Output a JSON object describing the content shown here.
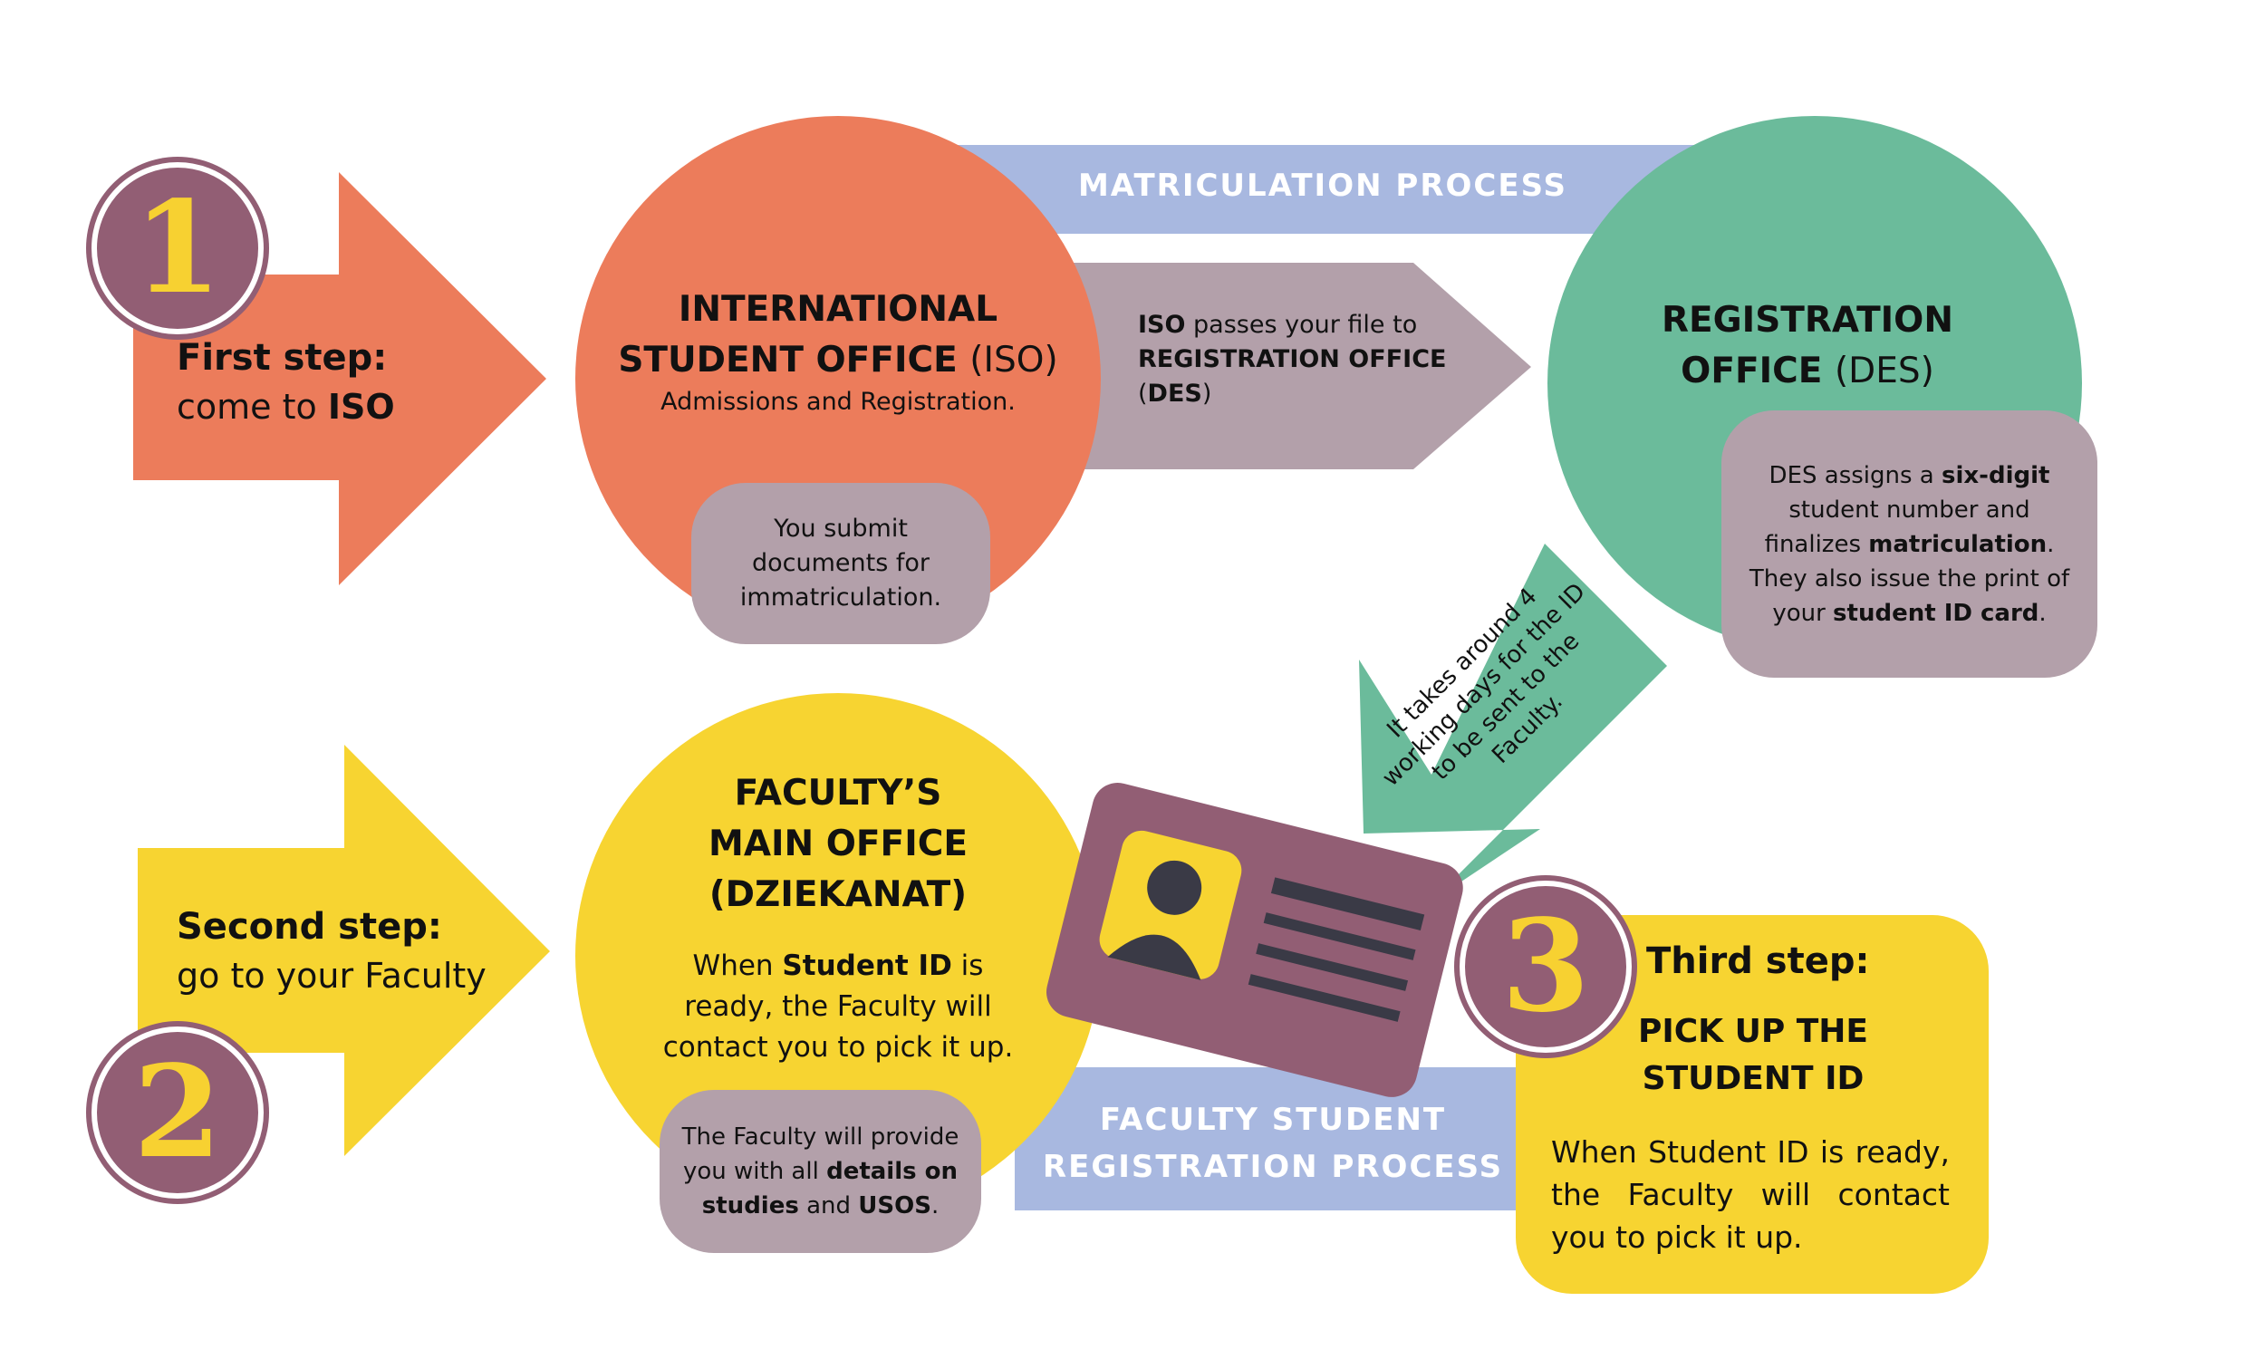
{
  "colors": {
    "orange": "#ec7c5b",
    "green": "#6bbb9b",
    "yellow": "#f7d431",
    "mauve": "#b3a0aa",
    "band_blue": "#a8b8e0",
    "plum": "#925e74",
    "dark_slate": "#3a3a46"
  },
  "bands": {
    "matriculation": "MATRICULATION PROCESS",
    "faculty_registration_line1": "FACULTY STUDENT",
    "faculty_registration_line2": "REGISTRATION PROCESS"
  },
  "steps": [
    {
      "number": "1",
      "title": "First step:",
      "sub_pre": "come to ",
      "sub_bold": "ISO"
    },
    {
      "number": "2",
      "title": "Second step:",
      "sub_pre": "go to your Faculty",
      "sub_bold": ""
    },
    {
      "number": "3",
      "title": "Third step:",
      "sub_pre": "",
      "sub_bold": ""
    }
  ],
  "iso": {
    "title_line1": "INTERNATIONAL",
    "title_line2_bold": "STUDENT OFFICE ",
    "title_line2_paren": "(ISO)",
    "subtitle": "Admissions and Registration.",
    "pill": "You submit documents for immatriculation."
  },
  "transfer": {
    "b1": "ISO",
    "t1": " passes your file to",
    "b2": "REGISTRATION OFFICE",
    "t3_open": "(",
    "b3": "DES",
    "t3_close": ")"
  },
  "des": {
    "title_line1": "REGISTRATION",
    "title_line2_bold": "OFFICE ",
    "title_line2_paren": "(DES)",
    "pill": {
      "t1": "DES assigns a ",
      "b1": "six-digit",
      "t2": "student number and finalizes ",
      "b2": "matriculation",
      "t3": ". They also issue the print of your ",
      "b3": "student ID card",
      "t4": "."
    }
  },
  "transit_note": "It takes around 4 working days for the ID to be sent to the Faculty.",
  "faculty": {
    "title_line1": "FACULTY’S",
    "title_line2": "MAIN OFFICE",
    "title_line3": "(DZIEKANAT)",
    "body_t1": "When ",
    "body_b1": "Student ID",
    "body_t2": " is ready, the Faculty will contact you to pick it up.",
    "pill": {
      "t1": "The Faculty will provide you with all ",
      "b1": "details on studies",
      "t2": " and ",
      "b2": "USOS",
      "t3": "."
    }
  },
  "pickup": {
    "title_line1": "PICK UP THE",
    "title_line2": "STUDENT ID",
    "body": "When Student ID is ready, the Faculty will contact you to pick it up."
  }
}
